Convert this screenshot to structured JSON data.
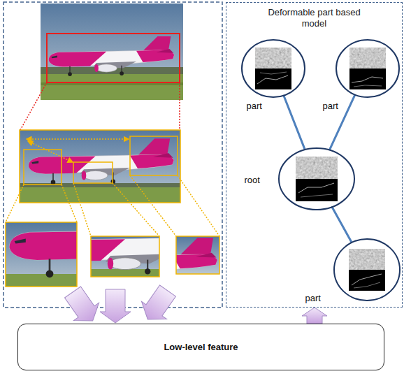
{
  "diagram": {
    "nodes": [
      {
        "text": [
          "Deformable part based model"
        ]
      },
      {
        "text": [
          "part"
        ],
        "in": 0
      },
      {
        "text": [
          "part"
        ],
        "in": 0
      },
      {
        "text": [
          "root"
        ],
        "in": 0
      },
      {
        "text": [
          "part"
        ],
        "in": 0
      },
      {
        "text": [
          "Low-level feature"
        ]
      }
    ],
    "edges": [
      {
        "from": 3,
        "to": 1,
        "arrow": "none"
      },
      {
        "from": 3,
        "to": 2,
        "arrow": "none"
      },
      {
        "from": 3,
        "to": 4,
        "arrow": "none"
      },
      {
        "from": 5,
        "to": 0,
        "arrow": "to"
      }
    ]
  }
}
